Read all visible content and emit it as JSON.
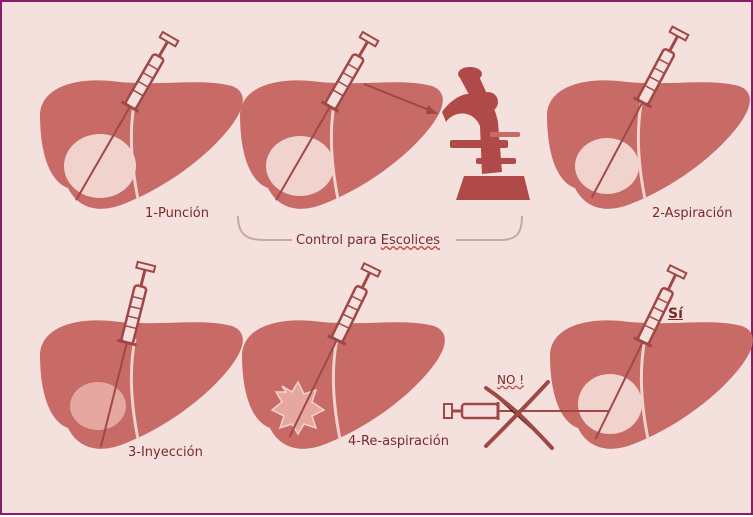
{
  "steps": {
    "puncion": "1-Punción",
    "aspiracion": "2-Aspiración",
    "inyeccion": "3-Inyección",
    "reaspiracion": "4-Re-aspiración"
  },
  "control": {
    "prefix": "Control para ",
    "word": "Escolices"
  },
  "wrong": "NO !",
  "right": "Sí",
  "colors": {
    "background": "#f4e1de",
    "liver": "#c86a66",
    "cyst": "#f0d3cd",
    "frame": "#8a1a6a"
  }
}
